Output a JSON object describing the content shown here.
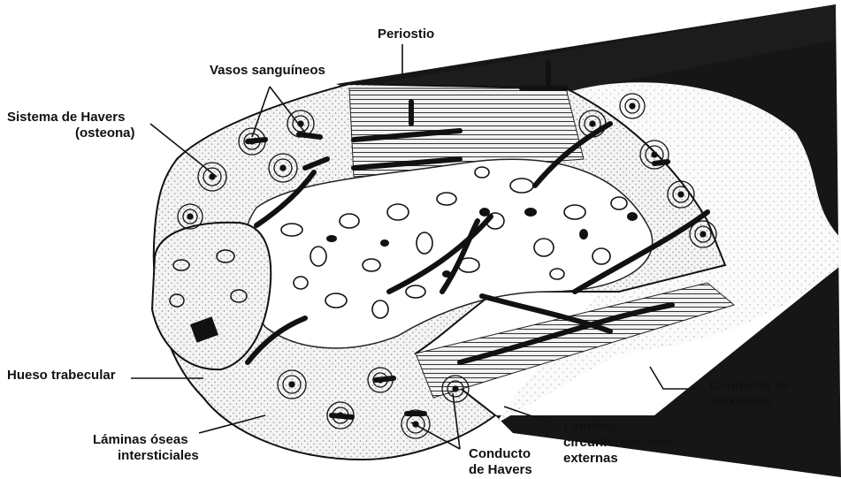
{
  "labels": {
    "periostio": "Periostio",
    "vasos": "Vasos sanguíneos",
    "havers_system_1": "Sistema de Havers",
    "havers_system_2": "(osteona)",
    "hueso": "Hueso trabecular",
    "laminas_oseas_1": "Láminas óseas",
    "laminas_oseas_2": "intersticiales",
    "conducto_havers_1": "Conducto",
    "conducto_havers_2": "de Havers",
    "laminas_circ_1": "Láminas",
    "laminas_circ_2": "circunferenciales",
    "laminas_circ_3": "externas",
    "volkmann_1": "Conducto de",
    "volkmann_2": "Volkmann"
  },
  "colors": {
    "ink": "#111111",
    "periosteum": "#161616",
    "bone": "#f3f3f3",
    "stipple": "#9a9a9a",
    "marrow": "#ffffff"
  }
}
